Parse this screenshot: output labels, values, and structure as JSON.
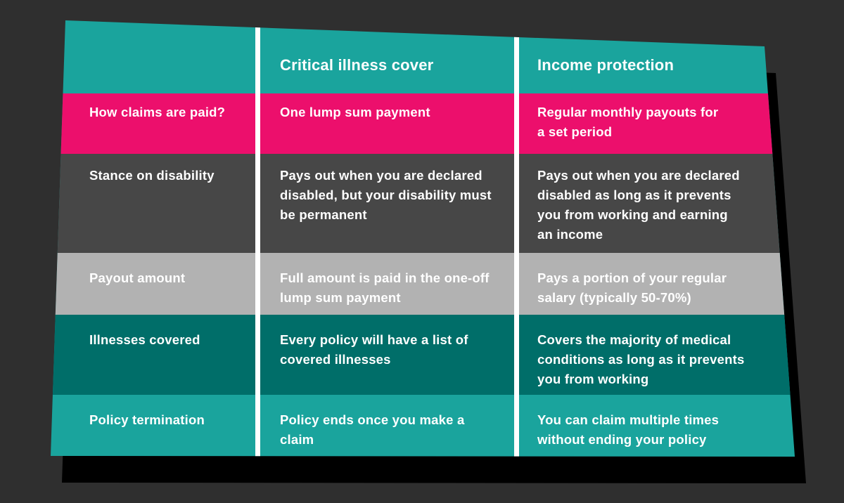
{
  "chart_data": {
    "type": "table",
    "columns": [
      "",
      "Critical illness cover",
      "Income protection"
    ],
    "rows": [
      [
        "How claims are paid?",
        "One lump sum payment",
        "Regular monthly payouts for\na set period"
      ],
      [
        "Stance on disability",
        "Pays out when you are declared\ndisabled, but your disability must\nbe permanent",
        "Pays out when you are declared\ndisabled as long as it prevents\nyou from working and earning\nan income"
      ],
      [
        "Payout amount",
        "Full amount is paid in the one-off\nlump sum payment",
        "Pays a portion of your regular\nsalary (typically 50-70%)"
      ],
      [
        "Illnesses covered",
        "Every policy will have a list of\ncovered illnesses",
        "Covers the majority of medical\nconditions as long as it prevents\nyou from working"
      ],
      [
        "Policy termination",
        "Policy ends once you make a\nclaim",
        "You can claim multiple times\nwithout ending your policy"
      ]
    ],
    "layout_hints": {
      "tilted_card": true,
      "header_row_color": "#1AA49D",
      "row_band_colors": [
        "#EC0F6C",
        "#474747",
        "#B2B2B2",
        "#006E69",
        "#1AA49D"
      ],
      "column_dividers": "white vertical lines",
      "legend": "none",
      "grid": "off"
    }
  },
  "colors": {
    "background": "#2F2F2F",
    "shadow": "#000000",
    "card_teal": "#1AA49D",
    "divider_white": "#FFFFFF",
    "text_white": "#FFFFFF",
    "row_colors": [
      "#EC0F6C",
      "#474747",
      "#B2B2B2",
      "#006E69",
      "#1AA49D"
    ]
  }
}
